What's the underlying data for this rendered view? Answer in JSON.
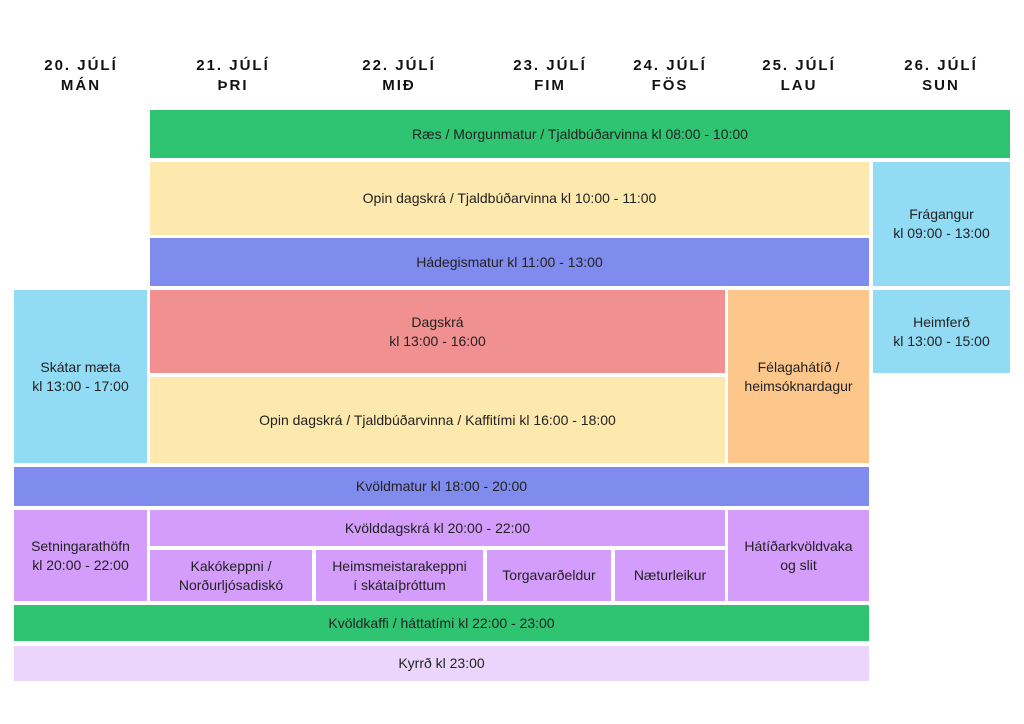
{
  "days": [
    {
      "date": "20. JÚLÍ",
      "day": "MÁN"
    },
    {
      "date": "21. JÚLÍ",
      "day": "ÞRI"
    },
    {
      "date": "22. JÚLÍ",
      "day": "MIÐ"
    },
    {
      "date": "23. JÚLÍ",
      "day": "FIM"
    },
    {
      "date": "24. JÚLÍ",
      "day": "FÖS"
    },
    {
      "date": "25. JÚLÍ",
      "day": "LAU"
    },
    {
      "date": "26. JÚLÍ",
      "day": "SUN"
    }
  ],
  "events": {
    "raes": "Ræs / Morgunmatur / Tjaldbúðarvinna kl 08:00 - 10:00",
    "opin1": "Opin dagskrá / Tjaldbúðarvinna kl 10:00 - 11:00",
    "fragangur": "Frágangur\nkl 09:00 - 13:00",
    "hadegis": "Hádegismatur kl 11:00 - 13:00",
    "skatar": "Skátar mæta\nkl 13:00 - 17:00",
    "dagskra": "Dagskrá\nkl 13:00 - 16:00",
    "felaga": "Félagahátíð /\nheimsóknardagur",
    "heimferd": "Heimferð\nkl 13:00 - 15:00",
    "opin2": "Opin dagskrá / Tjaldbúðarvinna / Kaffitími kl 16:00 - 18:00",
    "kvoldmatur": "Kvöldmatur kl 18:00 - 20:00",
    "setning": "Setningarathöfn\nkl 20:00 - 22:00",
    "kvolddagskra": "Kvölddagskrá kl 20:00 - 22:00",
    "hatidar": "Hátíðarkvöldvaka\nog slit",
    "kako": "Kakókeppni  /\nNorðurljósadiskó",
    "heims": "Heimsmeistarakeppni\ní skátaíþróttum",
    "torga": "Torgavarðeldur",
    "naetur": "Næturleikur",
    "kvoldkaffi": "Kvöldkaffi / háttatími kl 22:00 - 23:00",
    "kyrrd": "Kyrrð kl 23:00"
  }
}
